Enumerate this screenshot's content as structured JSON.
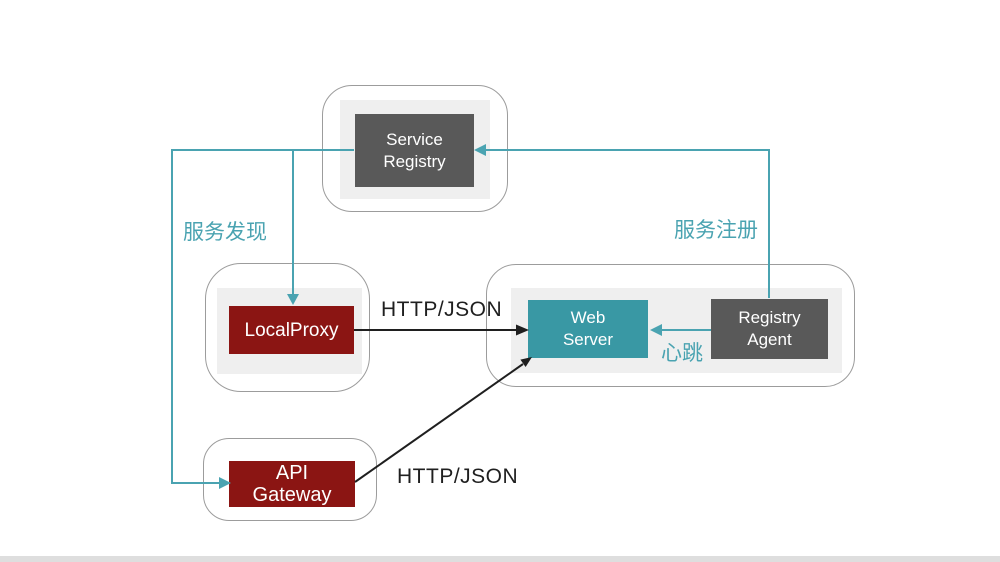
{
  "diagram": {
    "title": "service-registry-discovery-architecture",
    "nodes": {
      "service_registry": {
        "label": "Service\nRegistry"
      },
      "local_proxy": {
        "label": "LocalProxy"
      },
      "api_gateway": {
        "label": "API\nGateway"
      },
      "web_server": {
        "label": "Web\nServer"
      },
      "registry_agent": {
        "label": "Registry\nAgent"
      }
    },
    "labels": {
      "service_discovery": "服务发现",
      "service_registration": "服务注册",
      "heartbeat": "心跳",
      "http_json_proxy": "HTTP/JSON",
      "http_json_gateway": "HTTP/JSON"
    },
    "colors": {
      "teal": "#4AA3B1",
      "teal_fill": "#3998A4",
      "dark_gray": "#595959",
      "dark_red": "#8B1513",
      "inner_gray": "#EFEFEF",
      "border_gray": "#9C9C9C",
      "ink": "#1F1F1F",
      "edge_strip": "#DEDEDE"
    }
  }
}
